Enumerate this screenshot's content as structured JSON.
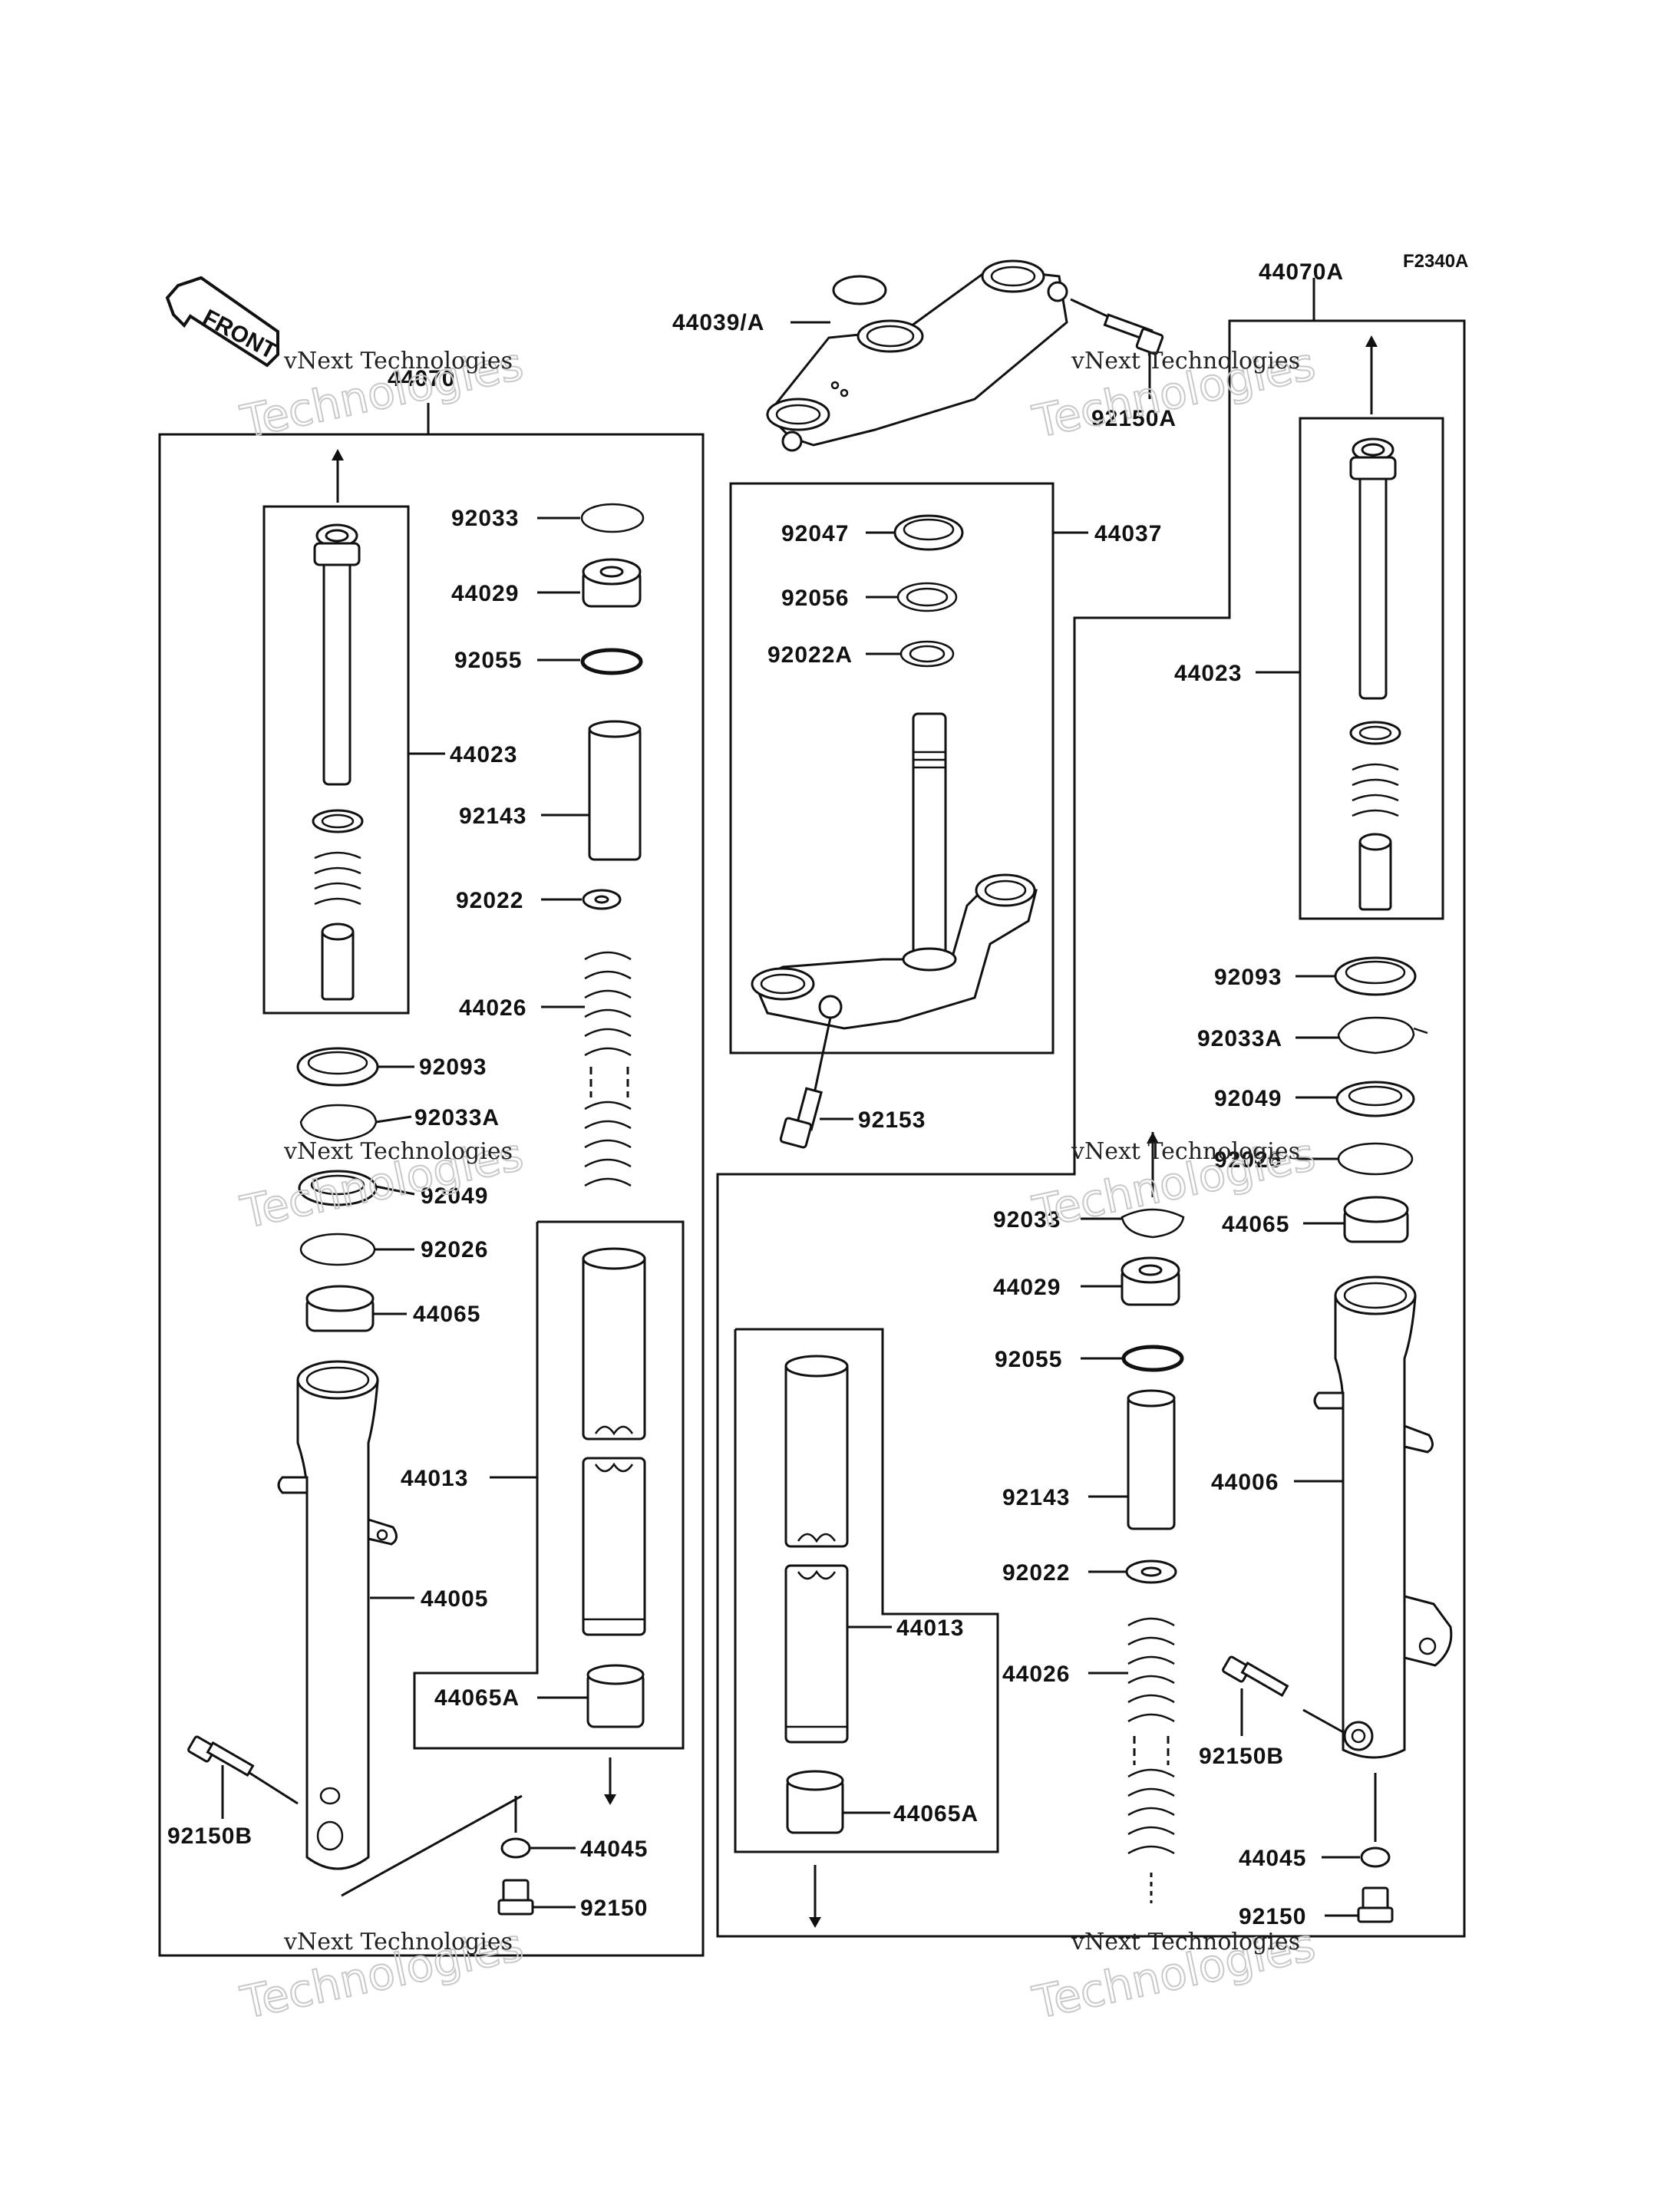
{
  "figure_code": "F2340A",
  "front_label": "FRONT",
  "watermark": {
    "line1": "vNext Technologies",
    "line2": "Technologies"
  },
  "assemblies": {
    "left": "44070",
    "right": "44070A",
    "stem": "44037"
  },
  "labels": {
    "l_92033": "92033",
    "l_44029": "44029",
    "l_92055": "92055",
    "l_44023": "44023",
    "l_92143": "92143",
    "l_92022": "92022",
    "l_44026": "44026",
    "l_92093": "92093",
    "l_92033A": "92033A",
    "l_92049": "92049",
    "l_92026": "92026",
    "l_44065": "44065",
    "l_44013": "44013",
    "l_44005": "44005",
    "l_44065A": "44065A",
    "l_92150B": "92150B",
    "l_44045": "44045",
    "l_92150": "92150",
    "m_44039": "44039/A",
    "m_92150A": "92150A",
    "m_92047": "92047",
    "m_92056": "92056",
    "m_92022A": "92022A",
    "m_92153": "92153",
    "m_44013": "44013",
    "m_44065A": "44065A",
    "r_44023": "44023",
    "r_92093": "92093",
    "r_92033A": "92033A",
    "r_92049": "92049",
    "r_92026": "92026",
    "r_44065": "44065",
    "r_92033": "92033",
    "r_44029": "44029",
    "r_92055": "92055",
    "r_92143": "92143",
    "r_44006": "44006",
    "r_92022": "92022",
    "r_44026": "44026",
    "r_92150B": "92150B",
    "r_44045": "44045",
    "r_92150": "92150"
  }
}
